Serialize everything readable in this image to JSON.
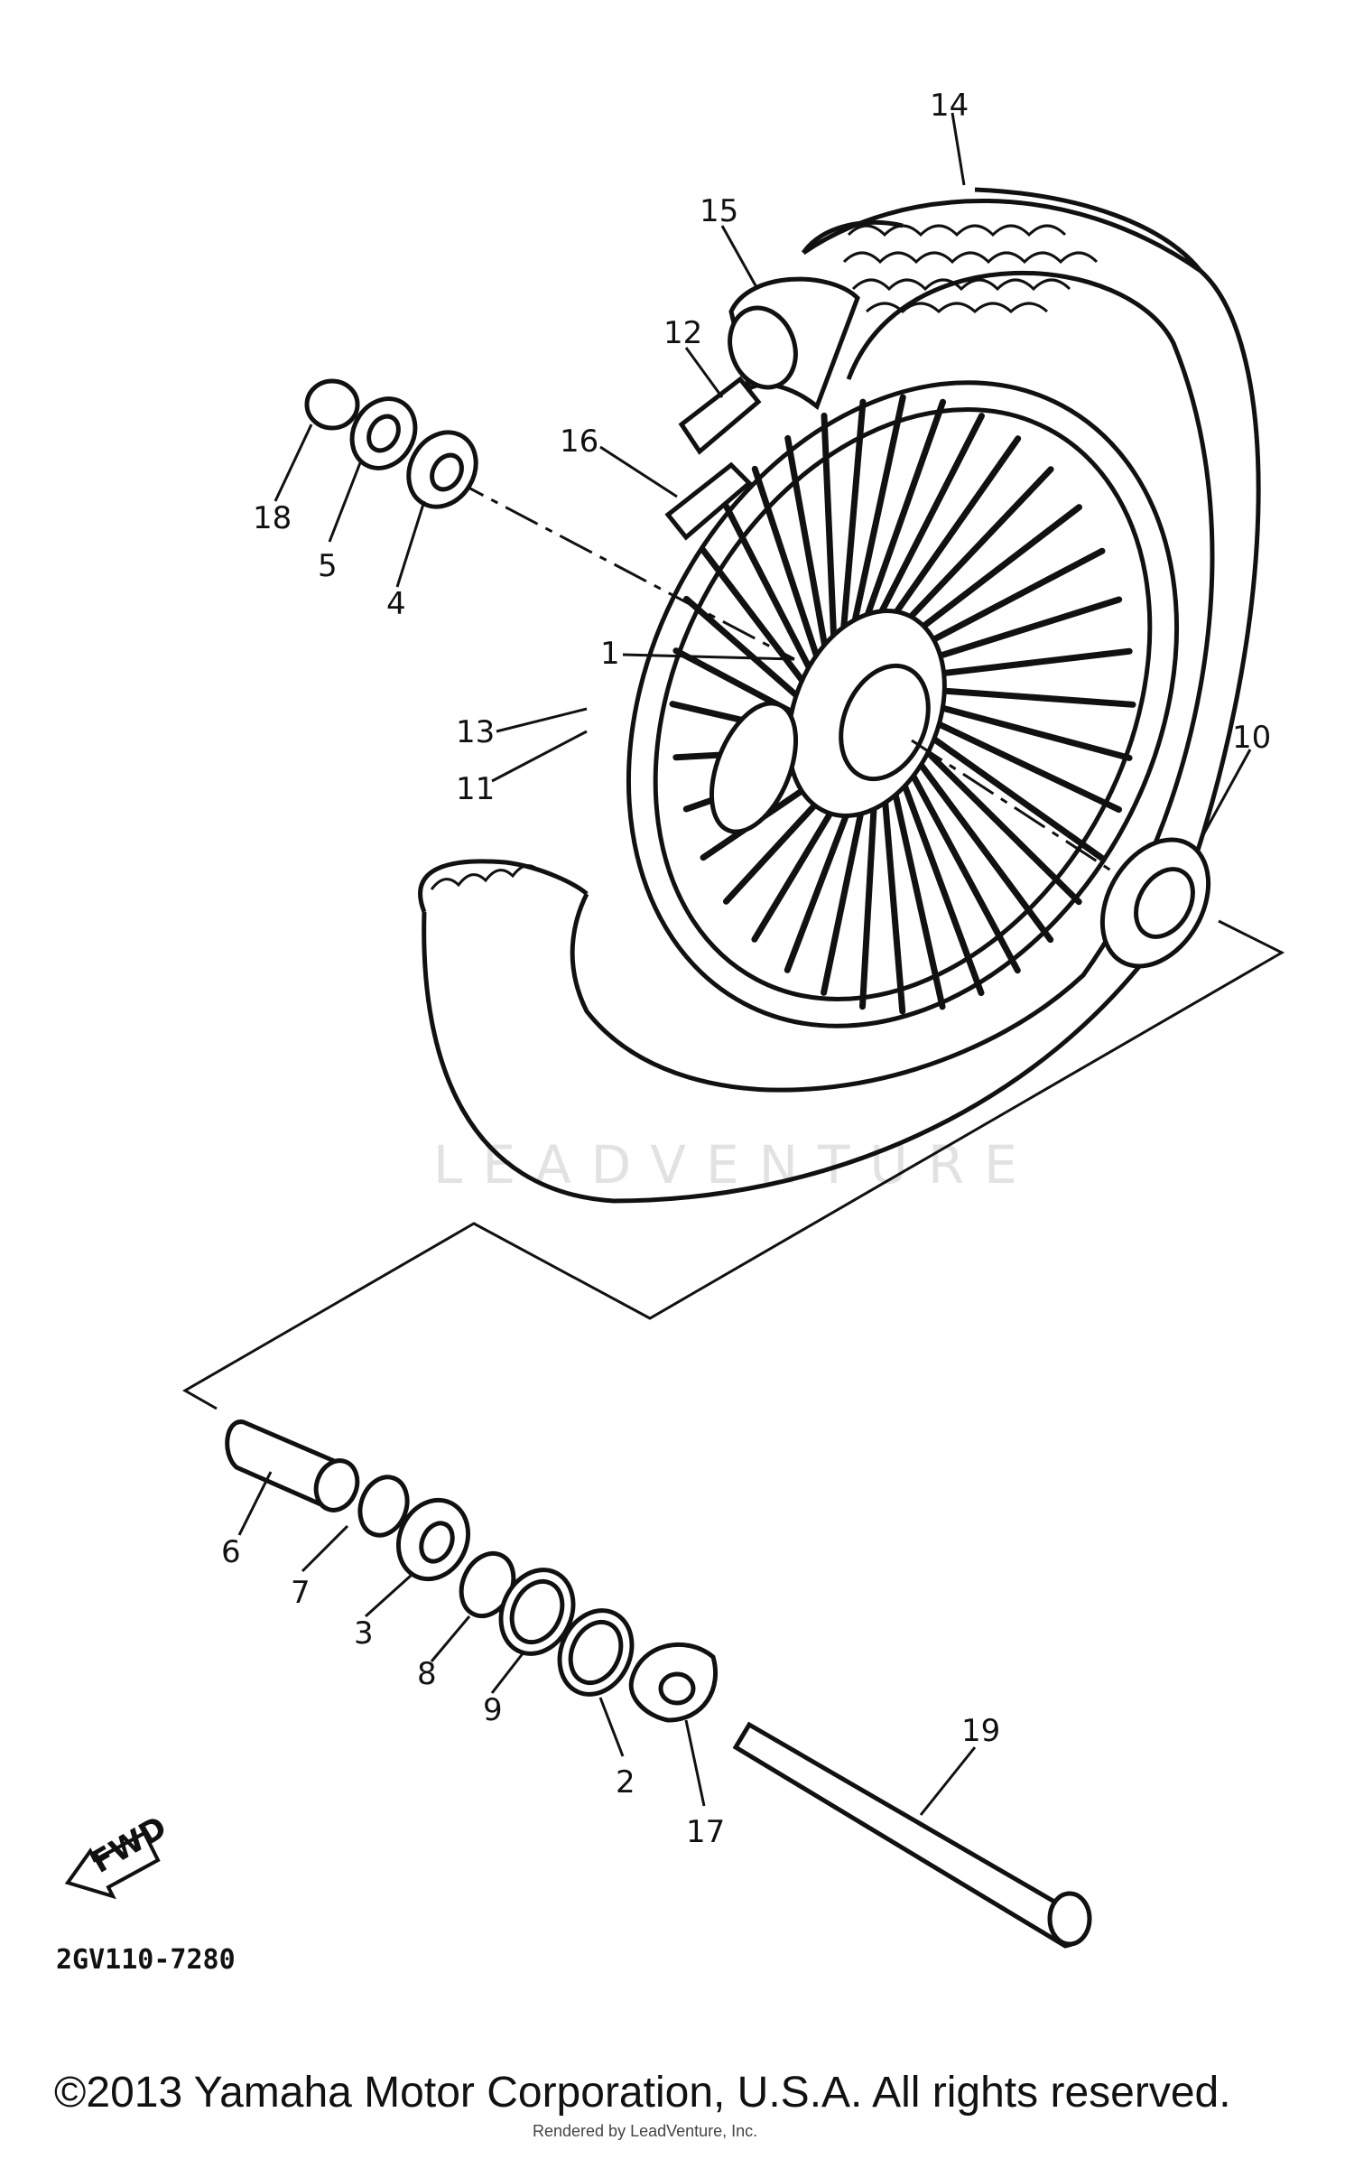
{
  "diagram": {
    "part_labels": [
      "1",
      "2",
      "3",
      "4",
      "5",
      "6",
      "7",
      "8",
      "9",
      "10",
      "11",
      "12",
      "13",
      "14",
      "15",
      "16",
      "17",
      "18",
      "19"
    ],
    "figure_code": "2GV110-7280",
    "front_marker": "FWD",
    "watermark": "LEADVENTURE",
    "copyright": "©2013 Yamaha Motor Corporation, U.S.A. All rights reserved.",
    "render_note": "Rendered by LeadVenture, Inc."
  }
}
